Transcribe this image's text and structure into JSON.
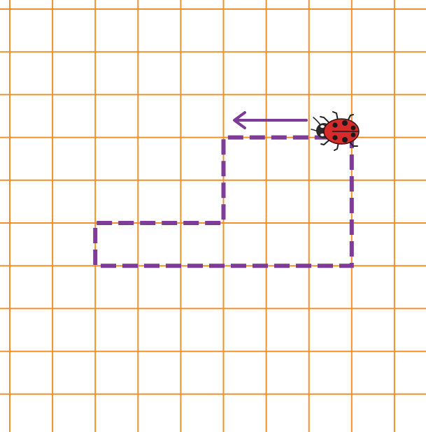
{
  "grid": {
    "columns": 10,
    "rows": 10,
    "line_color": "#f0902a"
  },
  "path": {
    "color": "#7d3c98",
    "style": "dashed",
    "vertices_grid": [
      [
        8,
        3
      ],
      [
        5,
        3
      ],
      [
        5,
        5
      ],
      [
        2,
        5
      ],
      [
        2,
        6
      ],
      [
        8,
        6
      ],
      [
        8,
        3
      ]
    ]
  },
  "direction_arrow": {
    "color": "#7d3c98",
    "direction": "left"
  },
  "ladybug": {
    "icon": "ladybug-icon",
    "shell_color": "#d62b2b",
    "spot_color": "#1a1a1a",
    "head_color": "#2a2a2a",
    "facing": "left"
  }
}
